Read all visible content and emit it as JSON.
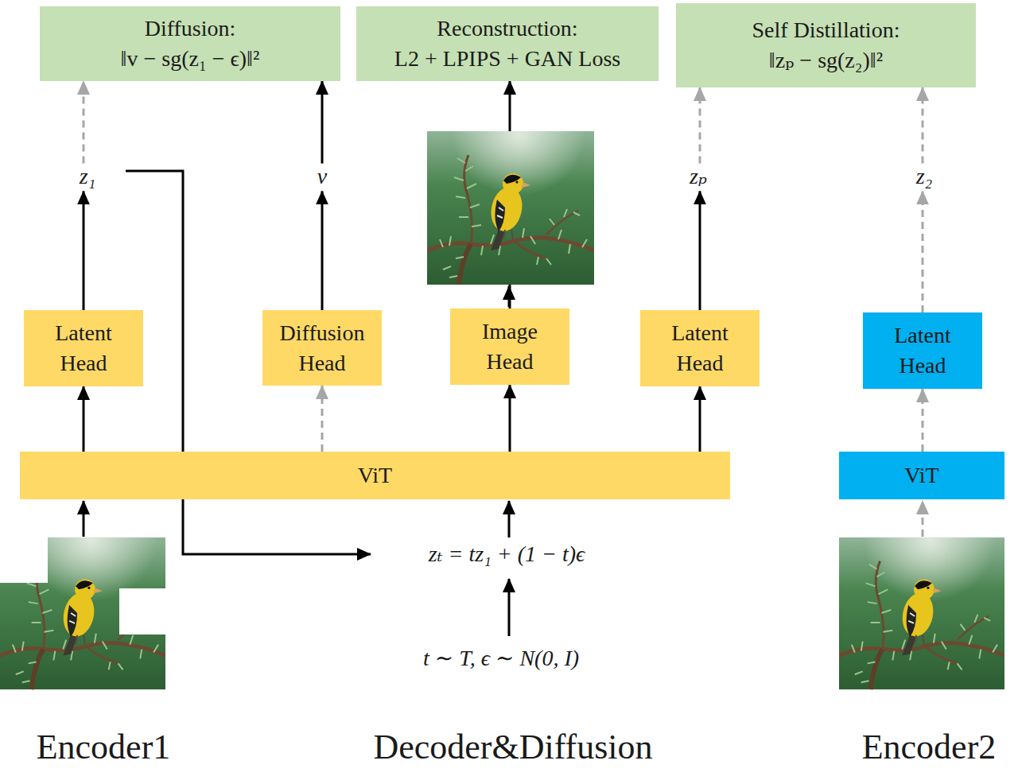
{
  "diagram": {
    "nodes": [
      {
        "text": [
          "Diffusion:",
          "‖v − sg(z₁ − ϵ)‖²"
        ]
      },
      {
        "text": [
          "Reconstruction:",
          "L2 + LPIPS + GAN Loss"
        ]
      },
      {
        "text": [
          "Self Distillation:",
          "‖zₚ − sg(z₂)‖²"
        ]
      },
      {
        "text": [
          "Latent Head"
        ]
      },
      {
        "text": [
          "Diffusion Head"
        ]
      },
      {
        "text": [
          "Image Head"
        ]
      },
      {
        "text": [
          "Latent Head"
        ]
      },
      {
        "text": [
          "Latent Head"
        ]
      },
      {
        "text": [
          "ViT"
        ]
      },
      {
        "text": [
          "ViT"
        ]
      }
    ],
    "edges": [
      {
        "from": 8,
        "to": 3,
        "arrow": "to"
      },
      {
        "from": 8,
        "to": 4,
        "arrow": "to"
      },
      {
        "from": 8,
        "to": 5,
        "arrow": "to"
      },
      {
        "from": 8,
        "to": 6,
        "arrow": "to"
      },
      {
        "from": 9,
        "to": 7,
        "arrow": "to"
      },
      {
        "from": 3,
        "to": 0,
        "label": "z₁",
        "arrow": "to"
      },
      {
        "from": 4,
        "to": 0,
        "label": "v",
        "arrow": "to"
      },
      {
        "from": 5,
        "to": 1,
        "arrow": "to"
      },
      {
        "from": 6,
        "to": 2,
        "label": "zₚ",
        "arrow": "to"
      },
      {
        "from": 7,
        "to": 2,
        "label": "z₂",
        "arrow": "to"
      }
    ],
    "labels": [
      "zₜ = tz₁ + (1 − t)ϵ",
      "t ∼ T, ϵ ∼ N(0, I)",
      "Encoder1",
      "Decoder&Diffusion",
      "Encoder2"
    ]
  }
}
